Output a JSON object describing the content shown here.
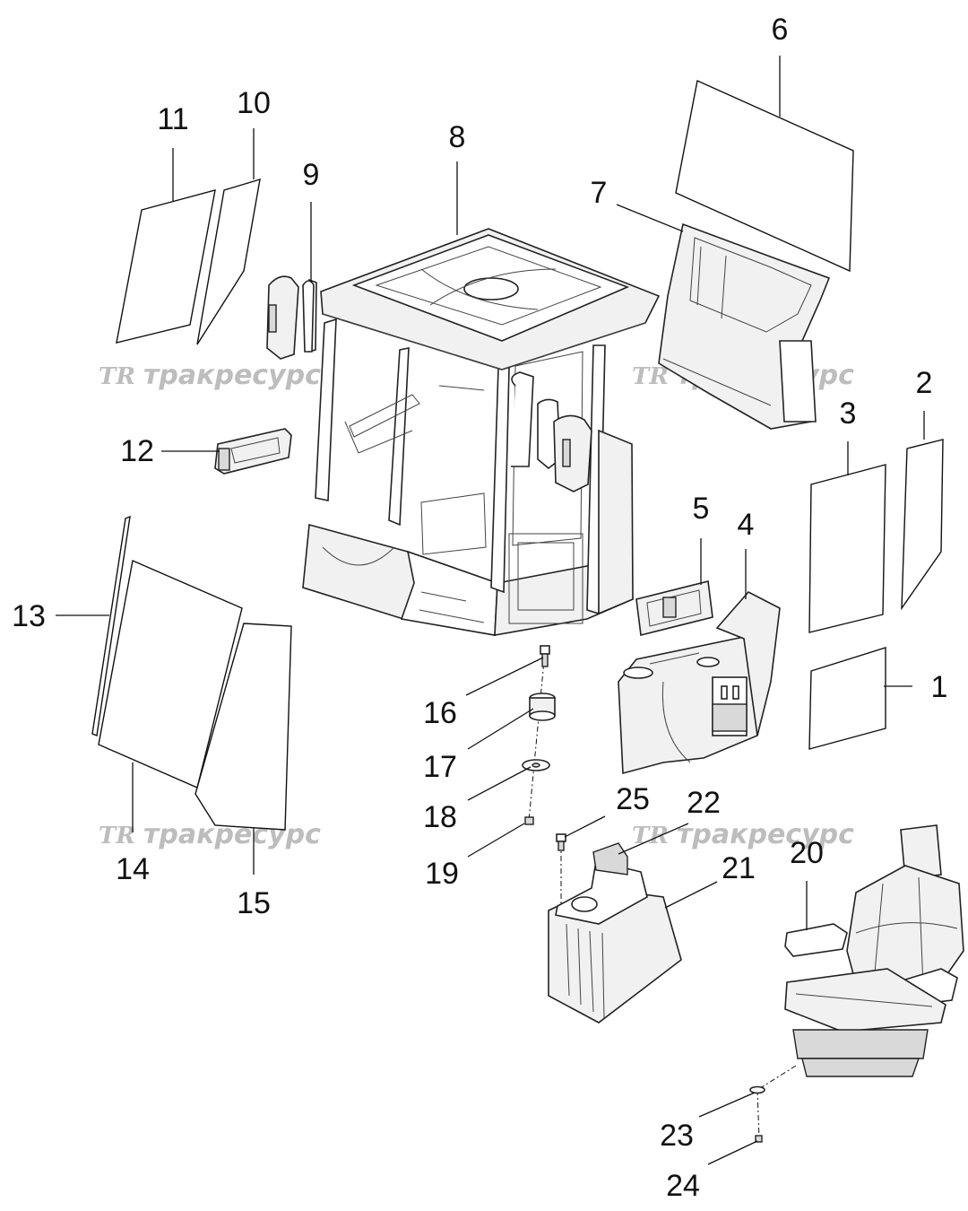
{
  "watermark": {
    "logo": "TR",
    "text": "тракресурс"
  },
  "callouts": [
    {
      "id": 1,
      "label": "1"
    },
    {
      "id": 2,
      "label": "2"
    },
    {
      "id": 3,
      "label": "3"
    },
    {
      "id": 4,
      "label": "4"
    },
    {
      "id": 5,
      "label": "5"
    },
    {
      "id": 6,
      "label": "6"
    },
    {
      "id": 7,
      "label": "7"
    },
    {
      "id": 8,
      "label": "8"
    },
    {
      "id": 9,
      "label": "9"
    },
    {
      "id": 10,
      "label": "10"
    },
    {
      "id": 11,
      "label": "11"
    },
    {
      "id": 12,
      "label": "12"
    },
    {
      "id": 13,
      "label": "13"
    },
    {
      "id": 14,
      "label": "14"
    },
    {
      "id": 15,
      "label": "15"
    },
    {
      "id": 16,
      "label": "16"
    },
    {
      "id": 17,
      "label": "17"
    },
    {
      "id": 18,
      "label": "18"
    },
    {
      "id": 19,
      "label": "19"
    },
    {
      "id": 20,
      "label": "20"
    },
    {
      "id": 21,
      "label": "21"
    },
    {
      "id": 22,
      "label": "22"
    },
    {
      "id": 23,
      "label": "23"
    },
    {
      "id": 24,
      "label": "24"
    },
    {
      "id": 25,
      "label": "25"
    }
  ]
}
